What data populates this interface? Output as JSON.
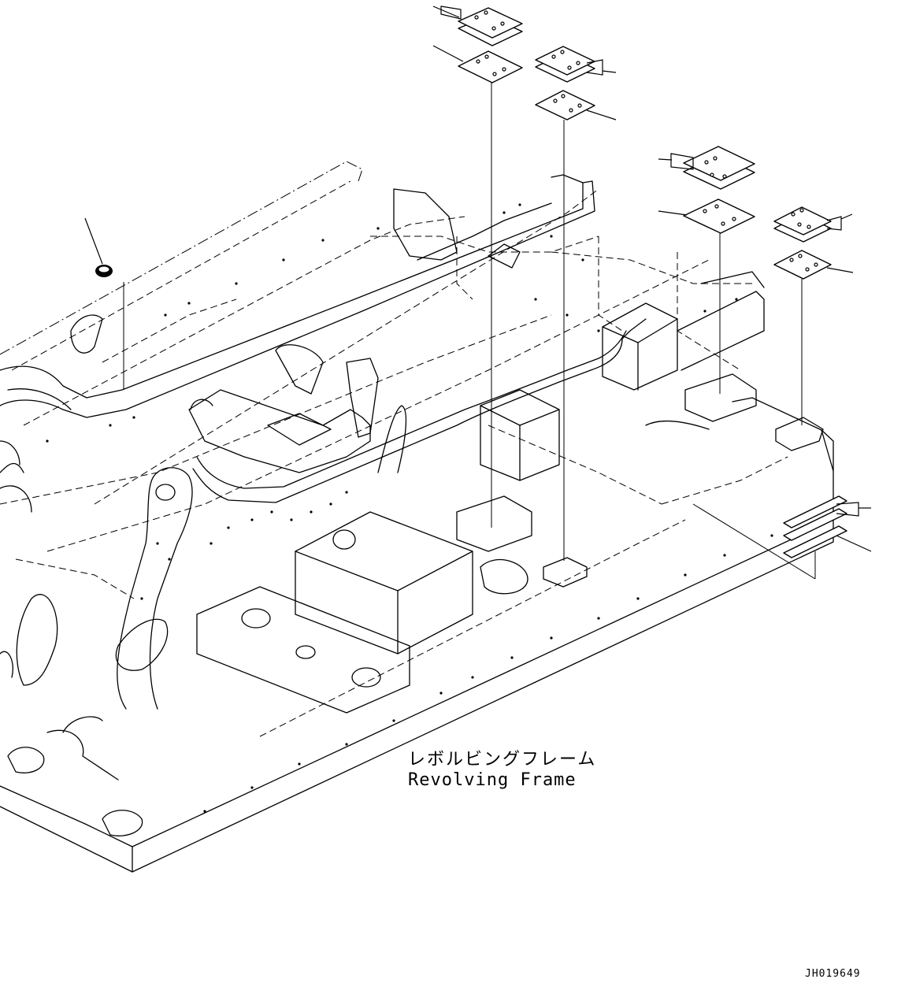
{
  "diagram": {
    "part_label_jp": "レボルビングフレーム",
    "part_label_en": "Revolving Frame",
    "drawing_id": "JH019649"
  }
}
